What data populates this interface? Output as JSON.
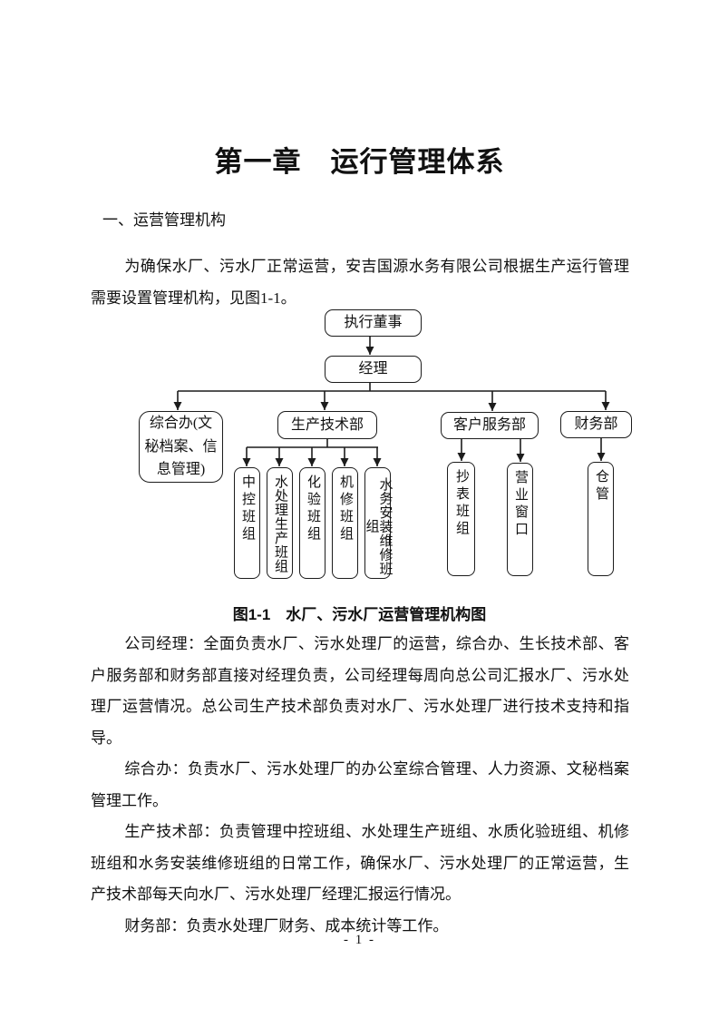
{
  "document": {
    "title": "第一章　运行管理体系",
    "section_heading": "一、运营管理机构",
    "intro_paragraph": "为确保水厂、污水厂正常运营，安吉国源水务有限公司根据生产运行管理需要设置管理机构，见图1-1。",
    "figure_caption": "图1-1　水厂、污水厂运营管理机构图",
    "body_paragraphs": [
      "公司经理：全面负责水厂、污水处理厂的运营，综合办、生长技术部、客户服务部和财务部直接对经理负责，公司经理每周向总公司汇报水厂、污水处理厂运营情况。总公司生产技术部负责对水厂、污水处理厂进行技术支持和指导。",
      "综合办：负责水厂、污水处理厂的办公室综合管理、人力资源、文秘档案管理工作。",
      "生产技术部：负责管理中控班组、水处理生产班组、水质化验班组、机修班组和水务安装维修班组的日常工作，确保水厂、污水处理厂的正常运营，生产技术部每天向水厂、污水处理厂经理汇报运行情况。",
      "财务部：负责水处理厂财务、成本统计等工作。"
    ],
    "page_number": "- 1 -"
  },
  "org_chart": {
    "executive_director": "执行董事",
    "manager": "经理",
    "admin_office": "综合办(文秘档案、信息管理)",
    "production_tech_dept": "生产技术部",
    "customer_service_dept": "客户服务部",
    "finance_dept": "财务部",
    "central_control_team": "中控班组",
    "water_treatment_team": "水处理生产班组",
    "lab_team": "化验班组",
    "mechanical_repair_team": "机修班组",
    "installation_team": "水务安装维修班组",
    "meter_reading_team": "抄表班组",
    "business_window": "营业窗口",
    "warehouse": "仓管"
  },
  "colors": {
    "line": "#1c1c1c",
    "background": "#ffffff",
    "text": "#111111"
  }
}
